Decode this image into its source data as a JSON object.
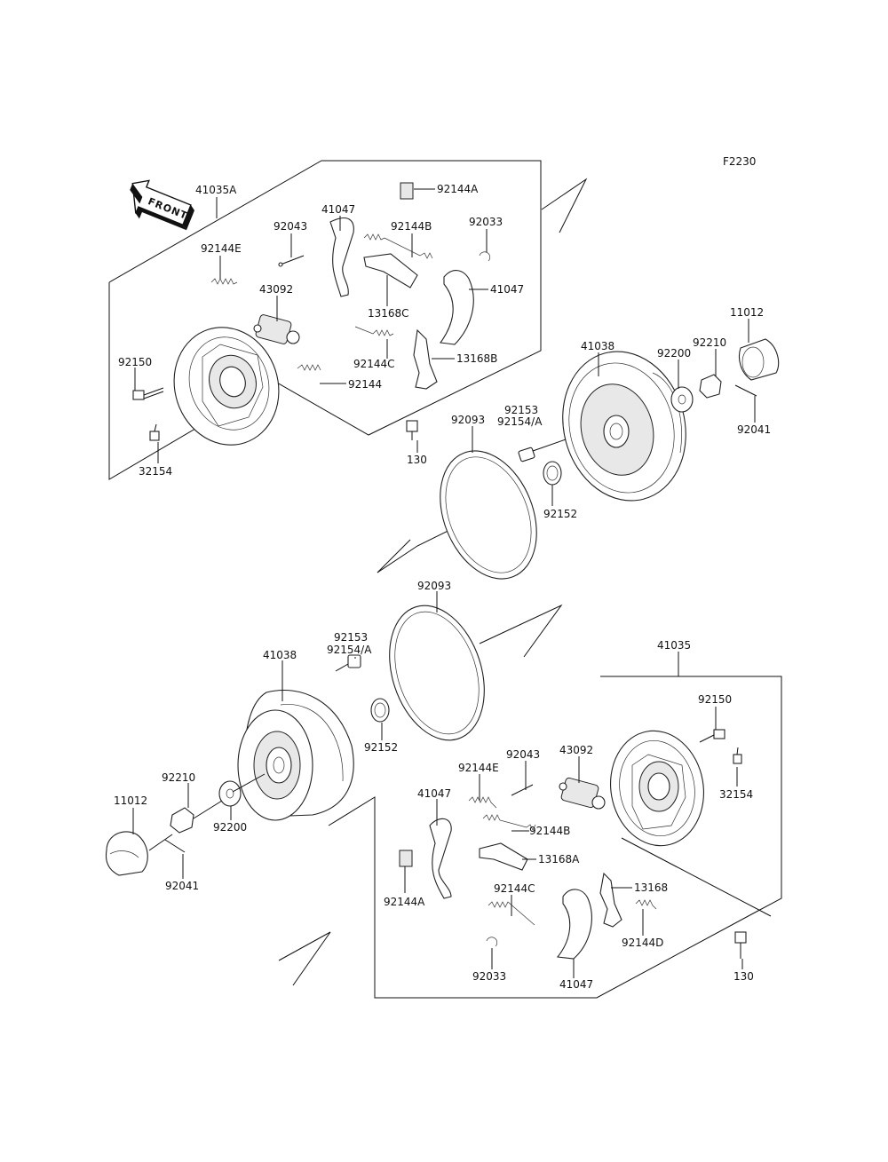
{
  "figure_code": "F2230",
  "front_label": "FRONT",
  "upper_labels": {
    "assy": "41035A",
    "shoe_left": "41047",
    "clip": "92144A",
    "pin": "92043",
    "spring_b": "92144B",
    "clip2": "92033",
    "spring_e": "92144E",
    "cylinder": "43092",
    "shoe_right": "41047",
    "lever": "13168C",
    "cap": "11012",
    "drum": "41038",
    "nut": "92210",
    "washer": "92200",
    "spring_c": "92144C",
    "strut": "13168B",
    "bolt": "92150",
    "spring": "92144",
    "stud": "92153",
    "stud_a": "92154/A",
    "cotter": "92041",
    "seal": "92093",
    "bleeder": "32154",
    "nut130": "130",
    "oil_seal": "92152"
  },
  "lower_labels": {
    "seal": "92093",
    "assy": "41035",
    "stud": "92153",
    "stud_a": "92154/A",
    "drum": "41038",
    "bolt": "92150",
    "pin": "92043",
    "cylinder": "43092",
    "spring_e": "92144E",
    "oil_seal": "92152",
    "bleeder": "32154",
    "nut": "92210",
    "shoe_left": "41047",
    "spring_b": "92144B",
    "cap": "11012",
    "washer": "92200",
    "lever": "13168A",
    "clip": "92144A",
    "cotter": "92041",
    "spring_c": "92144C",
    "strut": "13168",
    "spring_d": "92144D",
    "clip2": "92033",
    "shoe_right": "41047",
    "nut130": "130"
  }
}
